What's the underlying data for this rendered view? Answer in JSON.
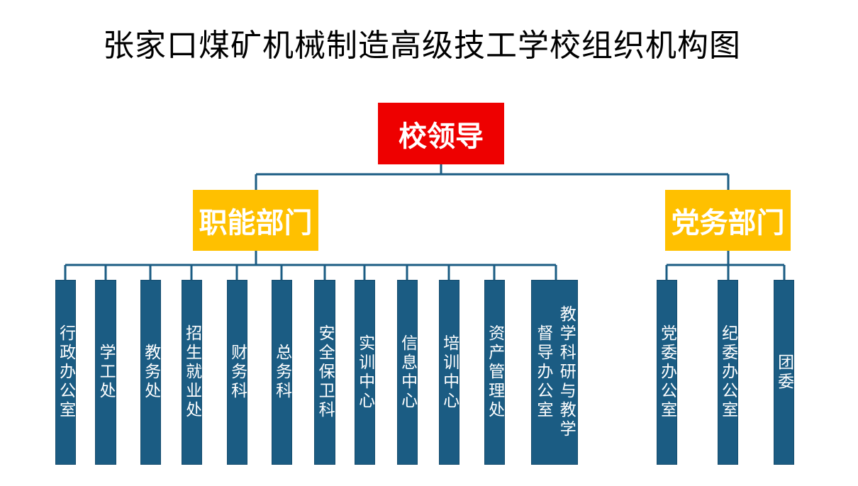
{
  "title": "张家口煤矿机械制造高级技工学校组织机构图",
  "top": "校领导",
  "departments": {
    "functional": "职能部门",
    "party": "党务部门"
  },
  "functional_units": [
    "行政办公室",
    "学工处",
    "教务处",
    "招生就业处",
    "财务科",
    "总务科",
    "安全保卫科",
    "实训中心",
    "信息中心",
    "培训中心",
    "资产管理处",
    "教学科研与教学督导办公室"
  ],
  "party_units": [
    "党委办公室",
    "纪委办公室",
    "团委"
  ],
  "colors": {
    "top": "#ee0000",
    "dept": "#ffc000",
    "unit": "#1b5c83",
    "line": "#1b5c83"
  }
}
